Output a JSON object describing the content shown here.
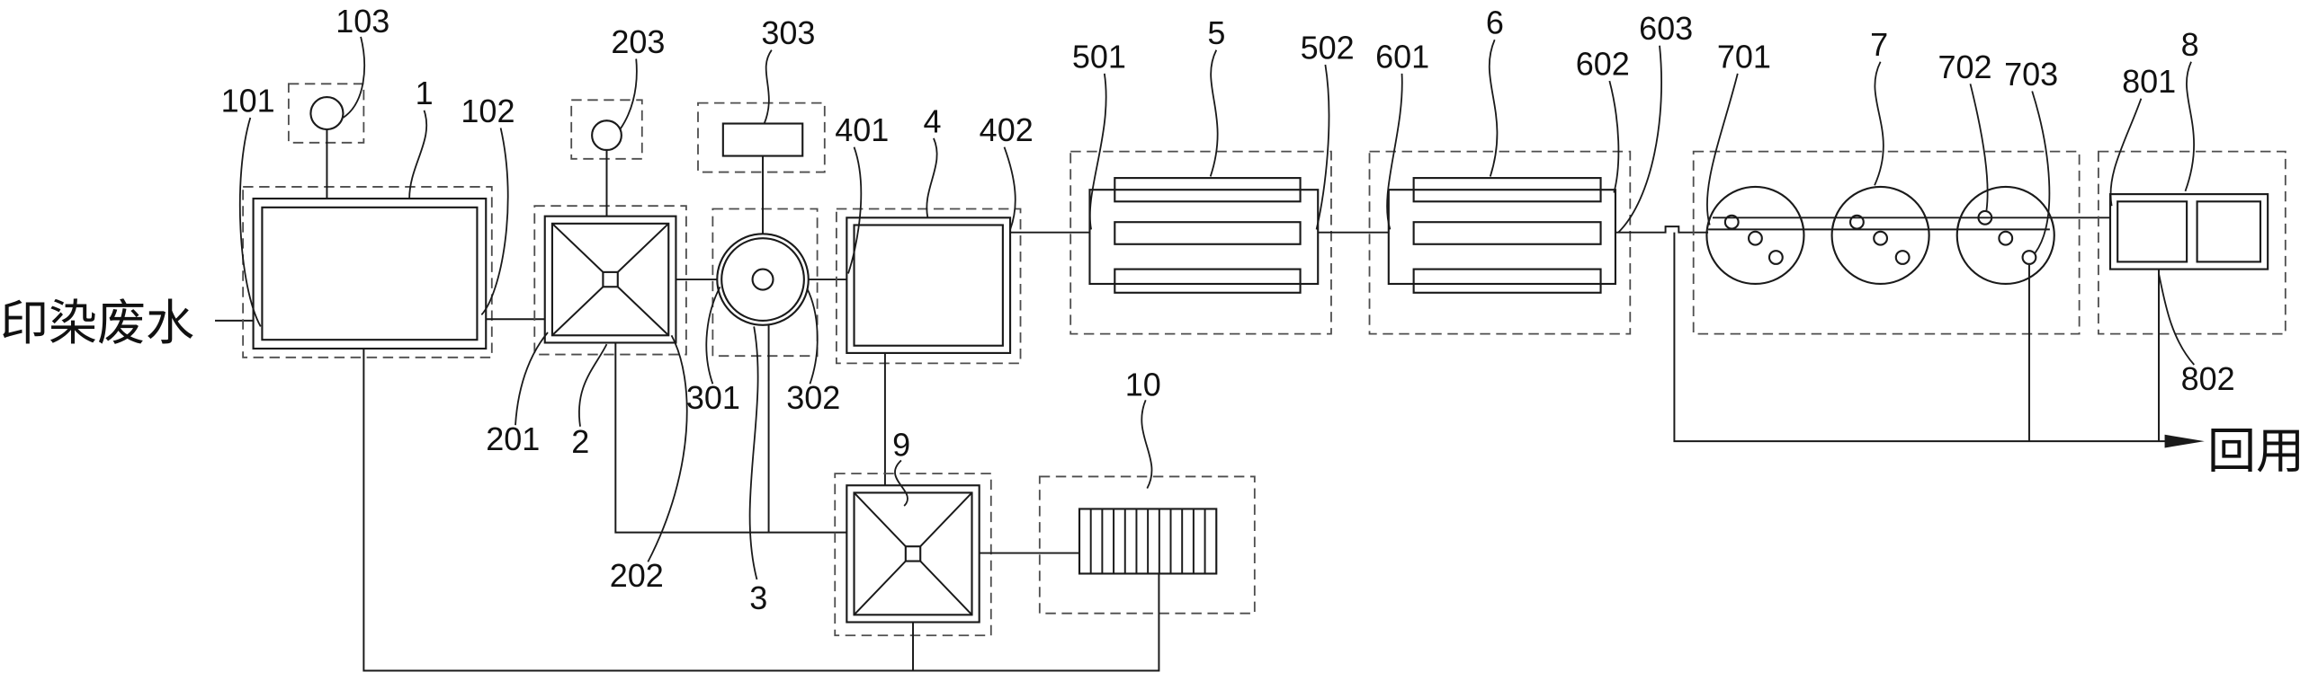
{
  "diagram": {
    "inlet": "印染废水",
    "outlet": "回用",
    "units": {
      "u1": "1",
      "u2": "2",
      "u3": "3",
      "u4": "4",
      "u5": "5",
      "u6": "6",
      "u7": "7",
      "u8": "8",
      "u9": "9",
      "u10": "10"
    },
    "parts": {
      "p101": "101",
      "p102": "102",
      "p103": "103",
      "p201": "201",
      "p202": "202",
      "p203": "203",
      "p301": "301",
      "p302": "302",
      "p303": "303",
      "p401": "401",
      "p402": "402",
      "p501": "501",
      "p502": "502",
      "p601": "601",
      "p602": "602",
      "p603": "603",
      "p701": "701",
      "p702": "702",
      "p703": "703",
      "p801": "801",
      "p802": "802"
    }
  },
  "colors": {
    "line": "#1a1a1a",
    "dashed_boundary": "#4d4d4d",
    "background": "#ffffff"
  }
}
